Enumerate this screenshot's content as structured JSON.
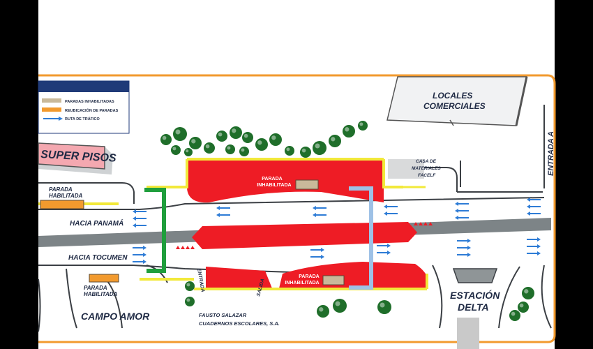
{
  "legend": {
    "items": [
      {
        "label": "PARADAS INHABILITADAS",
        "color": "#c9b99a"
      },
      {
        "label": "REUBICACIÓN DE PARADAS",
        "color": "#f29a2e"
      },
      {
        "label": "RUTA DE TRÁFICO",
        "color": "#2e7cd6"
      }
    ]
  },
  "places": {
    "super_pisos": "SUPER PISOS",
    "locales_l1": "LOCALES",
    "locales_l2": "COMERCIALES",
    "parada_habilitada_top_l1": "PARADA",
    "parada_habilitada_top_l2": "HABILITADA",
    "parada_habilitada_bottom_l1": "PARADA",
    "parada_habilitada_bottom_l2": "HABILITADA",
    "hacia_panama": "HACIA PANAMÁ",
    "hacia_tocumen": "HACIA TOCUMEN",
    "campo_amor": "CAMPO AMOR",
    "parada_inhabilitada_top_l1": "PARADA",
    "parada_inhabilitada_top_l2": "INHABILITADA",
    "parada_inhabilitada_bottom_l1": "PARADA",
    "parada_inhabilitada_bottom_l2": "INHABILITADA",
    "casa_l1": "CASA DE",
    "casa_l2": "MATERIALES",
    "casa_l3": "FACELF",
    "entrada_a": "ENTRADA A",
    "entrada": "ENTRADA",
    "salida": "SALIDA",
    "fausto_l1": "FAUSTO SALAZAR",
    "fausto_l2": "CUADERNOS ESCOLARES, S.A.",
    "estacion_l1": "ESTACIÓN",
    "estacion_l2": "DELTA"
  },
  "colors": {
    "frame": "#f29a2e",
    "construction": "#ee1c25",
    "sidewalk_yellow": "#f2e93a",
    "road_median": "#7d8487",
    "green_route": "#1f9e3c",
    "blue_route": "#9ec1e6",
    "arrow_blue": "#2e7cd6",
    "tree": "#1f6e2a",
    "building": "#e7e8e9",
    "super_pisos_fill": "#f4a8b0"
  }
}
